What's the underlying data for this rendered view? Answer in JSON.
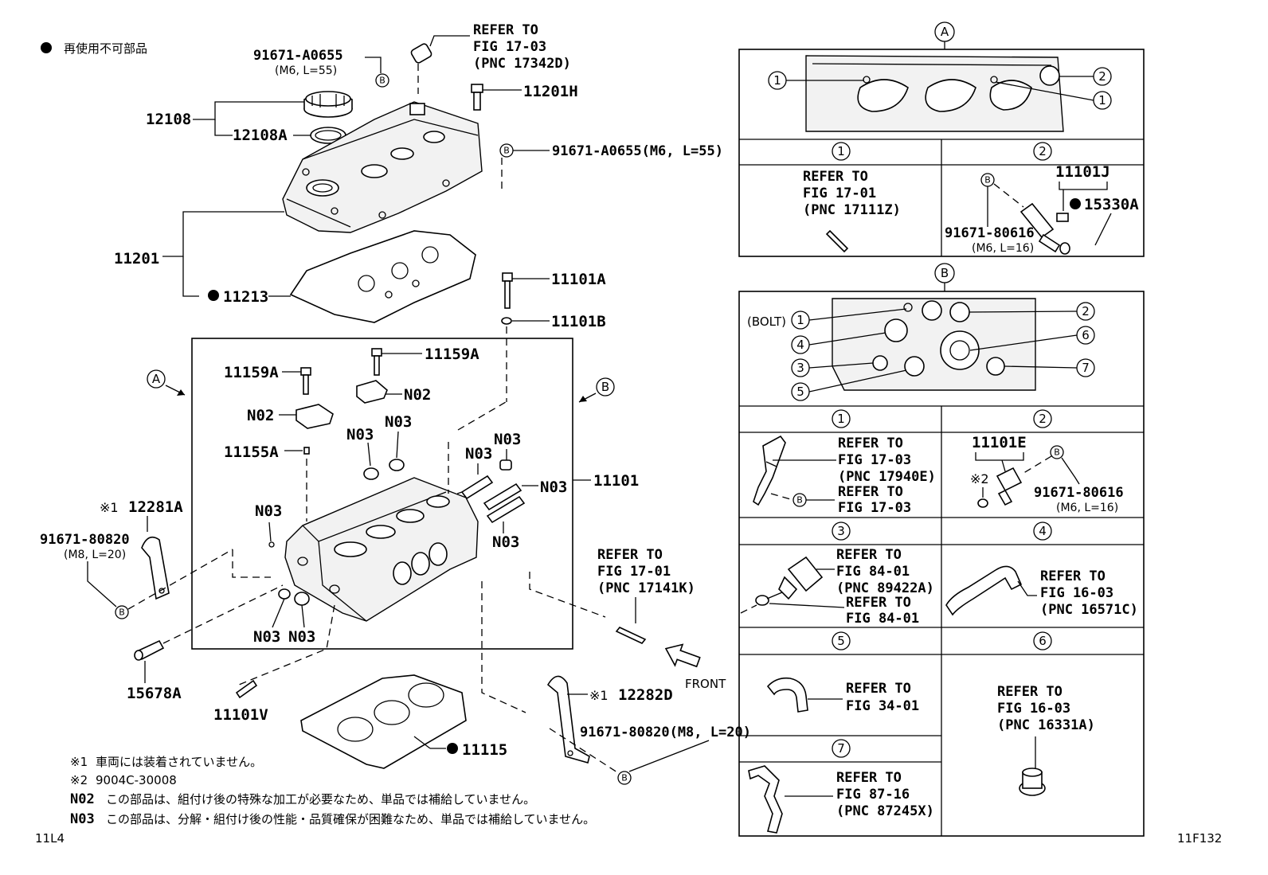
{
  "legend": {
    "dot_text": "再使用不可部品"
  },
  "corner": {
    "left": "11L4",
    "right": "11F132"
  },
  "notes": [
    {
      "mark": "※1",
      "text": "車両には装着されていません。"
    },
    {
      "mark": "※2",
      "text": "9004C-30008"
    },
    {
      "mark": "N02",
      "text": "この部品は、組付け後の特殊な加工が必要なため、単品では補給していません。"
    },
    {
      "mark": "N03",
      "text": "この部品は、分解・組付け後の性能・品質確保が困難なため、単品では補給していません。"
    }
  ],
  "main_labels": {
    "p12108": "12108",
    "p12108a": "12108A",
    "p91671_a0655_top": "91671-A0655",
    "p91671_a0655_top_spec": "(M6, L=55)",
    "refer_top_1": "REFER TO",
    "refer_top_2": "FIG 17-03",
    "refer_top_3": "(PNC 17342D)",
    "p11201h": "11201H",
    "p91671_a0655_right": "91671-A0655(M6, L=55)",
    "p11201": "11201",
    "p11213": "11213",
    "p11101a": "11101A",
    "p11101b": "11101B",
    "p11159a_1": "11159A",
    "p11159a_2": "11159A",
    "n02_1": "N02",
    "n02_2": "N02",
    "n03_a": "N03",
    "n03_b": "N03",
    "n03_c": "N03",
    "n03_d": "N03",
    "n03_e": "N03",
    "n03_f": "N03",
    "n03_g": "N03",
    "n03_h": "N03",
    "n03_i": "N03",
    "p11155a": "11155A",
    "p11101": "11101",
    "p12281a": "12281A",
    "mark1_a": "※1",
    "p91671_80820_left": "91671-80820",
    "p91671_80820_left_spec": "(M8, L=20)",
    "refer_mid_1": "REFER TO",
    "refer_mid_2": "FIG 17-01",
    "refer_mid_3": "(PNC 17141K)",
    "front": "FRONT",
    "p15678a": "15678A",
    "p11101v": "11101V",
    "p12282d": "12282D",
    "mark1_b": "※1",
    "p91671_80820_right": "91671-80820(M8, L=20)",
    "p11115": "11115",
    "circle_a": "A",
    "circle_b": "B"
  },
  "panel_a": {
    "title": "A",
    "c1": "1",
    "c2": "2",
    "c1b": "1",
    "cell1_head": "1",
    "cell2_head": "2",
    "cell1_l1": "REFER TO",
    "cell1_l2": "FIG 17-01",
    "cell1_l3": "(PNC 17111Z)",
    "cell2_p1": "11101J",
    "cell2_p2": "15330A",
    "cell2_p3": "91671-80616",
    "cell2_p3_spec": "(M6, L=16)",
    "b": "B"
  },
  "panel_b": {
    "title": "B",
    "bolt": "(BOLT)",
    "n1": "1",
    "n2": "2",
    "n3": "3",
    "n4": "4",
    "n5": "5",
    "n6": "6",
    "n7": "7",
    "h1": "1",
    "h2": "2",
    "h3": "3",
    "h4": "4",
    "h5": "5",
    "h6": "6",
    "h7": "7",
    "c1_l1": "REFER TO",
    "c1_l2": "FIG 17-03",
    "c1_l3": "(PNC 17940E)",
    "c1_l4": "REFER TO",
    "c1_l5": "FIG 17-03",
    "c2_p1": "11101E",
    "c2_mark": "※2",
    "c2_p2": "91671-80616",
    "c2_spec": "(M6, L=16)",
    "c3_l1": "REFER TO",
    "c3_l2": "FIG 84-01",
    "c3_l3": "(PNC 89422A)",
    "c3_l4": "REFER TO",
    "c3_l5": "FIG 84-01",
    "c4_l1": "REFER TO",
    "c4_l2": "FIG 16-03",
    "c4_l3": "(PNC 16571C)",
    "c5_l1": "REFER TO",
    "c5_l2": "FIG 34-01",
    "c6_l1": "REFER TO",
    "c6_l2": "FIG 16-03",
    "c6_l3": "(PNC 16331A)",
    "c7_l1": "REFER TO",
    "c7_l2": "FIG 87-16",
    "c7_l3": "(PNC 87245X)",
    "b": "B"
  }
}
